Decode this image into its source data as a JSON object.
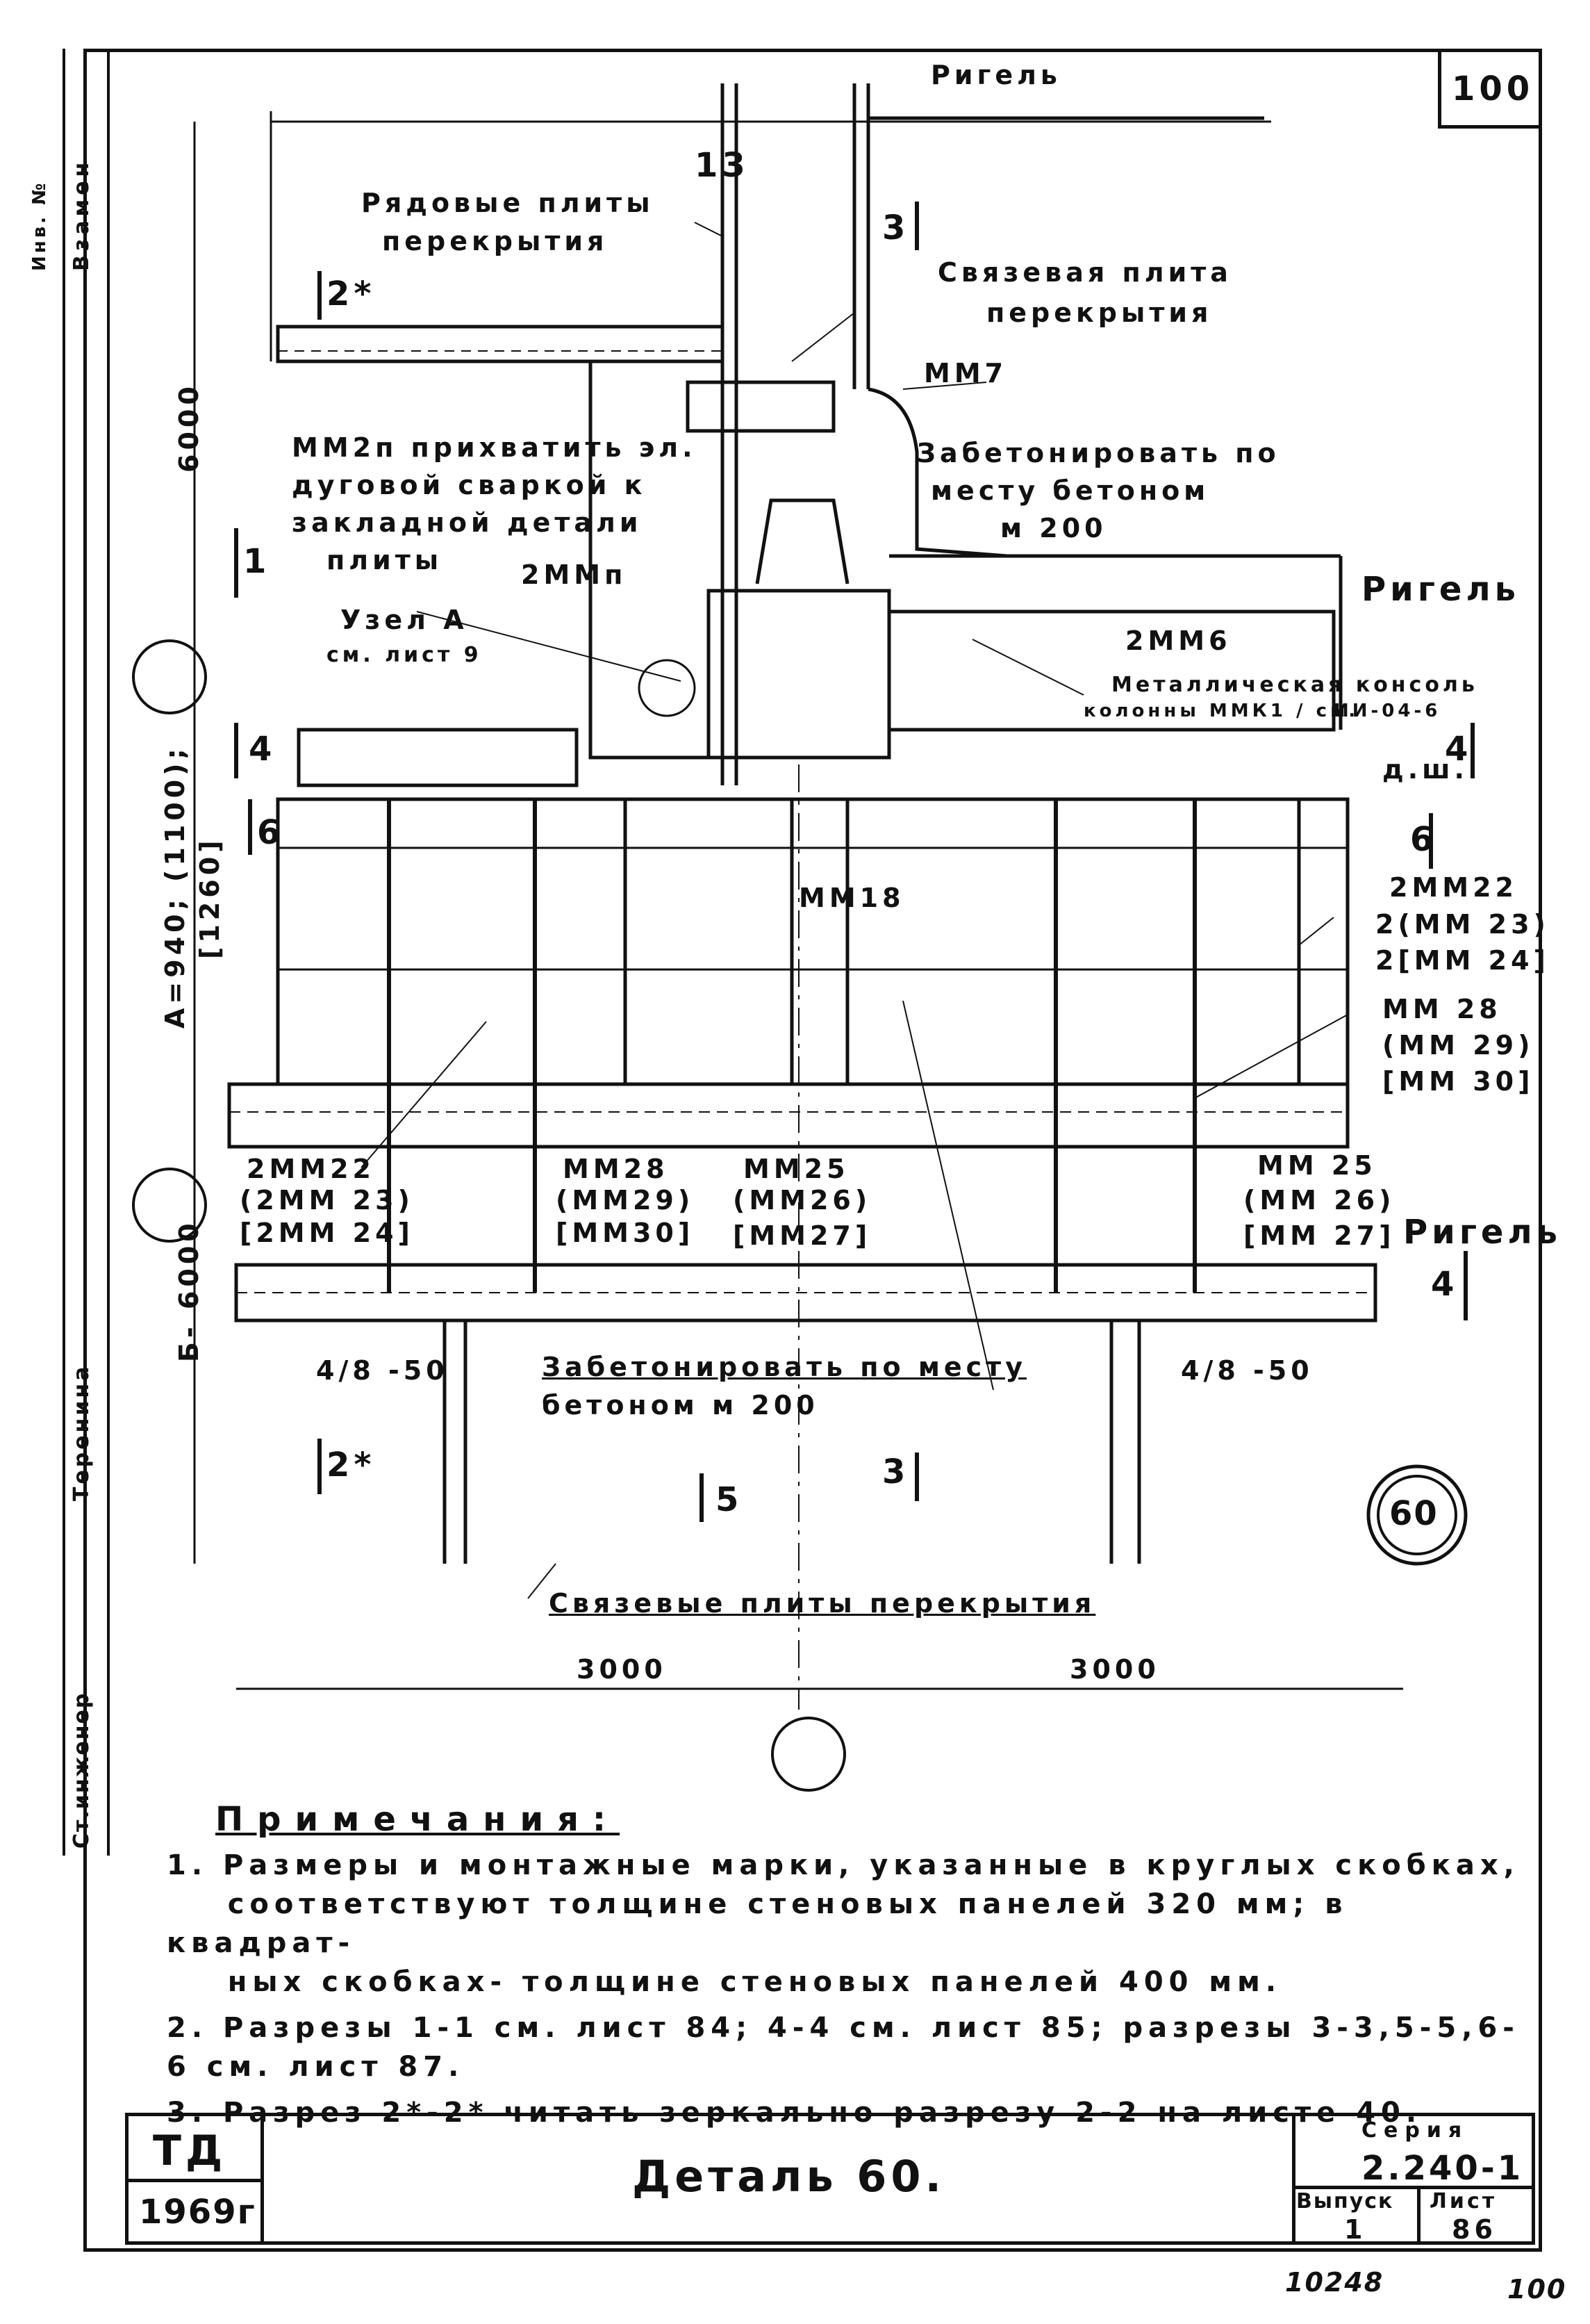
{
  "sheet_number_top": "100",
  "labels": {
    "rigel_top": "Ригель",
    "ryadovye_plity": "Рядовые плиты",
    "ryadovye_plity_2": "перекрытия",
    "svyazevaya_plita": "Связевая плита",
    "svyazevaya_plita_2": "перекрытия",
    "mm7": "ММ7",
    "mm2p_note_1": "ММ2п прихватить эл.",
    "mm2p_note_2": "дуговой сваркой к",
    "mm2p_note_3": "закладной детали",
    "mm2p_note_4": "плиты",
    "zabeton_1": "Забетонировать по",
    "zabeton_2": "месту бетоном",
    "zabeton_3": "м 200",
    "two_mm_p": "2ММп",
    "uzel_a": "Узел А",
    "uzel_a_ref": "см. лист 9",
    "rigel_mid": "Ригель",
    "mm6": "2ММ6",
    "metal_console": "Металлическая консоль",
    "metal_console_2": "колонны ММК1 / см.",
    "metal_console_ref": "ИИ-04-6",
    "d_sh": "д.ш.",
    "mm18": "ММ18",
    "mm22_right": "2ММ22",
    "mm23_right": "2(ММ 23)",
    "mm24_right": "2[ММ 24]",
    "mm28_right": "ММ 28",
    "mm29_right": "(ММ 29)",
    "mm30_right": "[ММ 30]",
    "mm22_left": "2ММ22",
    "mm23_left": "(2ММ 23)",
    "mm24_left": "[2ММ 24]",
    "mm28_b": "ММ28",
    "mm29_b": "(ММ29)",
    "mm30_b": "[ММ30]",
    "mm25_b": "ММ25",
    "mm26_b": "(ММ26)",
    "mm27_b": "[ММ27]",
    "mm25_c": "ММ 25",
    "mm26_c": "(ММ 26)",
    "mm27_c": "[ММ 27]",
    "rigel_low": "Ригель",
    "zabeton_bottom_1": "Забетонировать по месту",
    "zabeton_bottom_2": "бетоном м 200",
    "frac_left": "4/8 -50",
    "frac_right": "4/8 -50",
    "sec_2_top": "2*",
    "sec_2_bot": "2*",
    "sec_5": "5",
    "sec_3_top": "3",
    "sec_3_bot": "3",
    "sec_1": "1",
    "sec_13": "13",
    "sec_4_left": "4",
    "sec_4_right": "4",
    "sec_4_low": "4",
    "sec_6_left": "6",
    "sec_6_right": "6",
    "svyazevye_plity": "Связевые плиты перекрытия",
    "dim_3000_left": "3000",
    "dim_3000_right": "3000",
    "dim_6000_top": "6000",
    "dim_a": "А=940; (1100);",
    "dim_a2": "[1260]",
    "dim_b": "Б- 6000",
    "detail_circle": "60"
  },
  "notes": {
    "header": "Примечания:",
    "n1": "1. Размеры и монтажные марки, указанные в круглых скобках,\n    соответствуют толщине стеновых панелей 320 мм; в квадрат-\n    ных скобках- толщине стеновых панелей 400 мм.",
    "n2": "2. Разрезы 1-1 см. лист 84; 4-4 см. лист 85; разрезы 3-3,5-5,6-6 см. лист 87.",
    "n3": "3. Разрез 2*-2* читать зеркально разрезу 2-2 на листе 40."
  },
  "side_stamp": {
    "vzamen": "Взамен",
    "inv": "Инв. №",
    "terenina": "Теренина",
    "st_inzhener": "Ст.инженер"
  },
  "title_block": {
    "org": "ТД",
    "year": "1969г",
    "title": "Деталь 60.",
    "seria_label": "Серия",
    "seria_value": "2.240-1",
    "vypusk_label": "Выпуск",
    "vypusk_value": "1",
    "list_label": "Лист",
    "list_value": "86"
  },
  "footer": {
    "code": "10248",
    "page": "100"
  }
}
